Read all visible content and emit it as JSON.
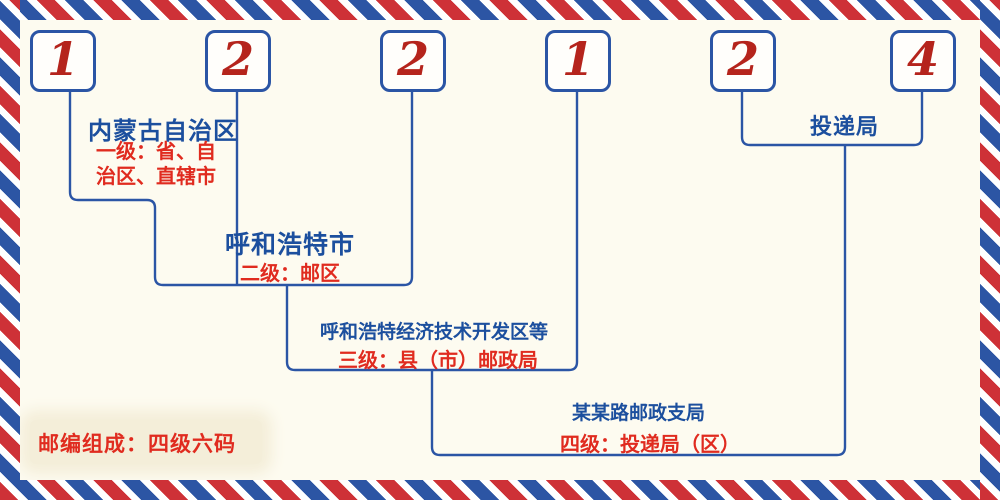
{
  "postal_code": {
    "digits": [
      "1",
      "2",
      "2",
      "1",
      "2",
      "4"
    ]
  },
  "levels": {
    "level1": {
      "place": "内蒙古自治区",
      "desc_line1": "一级：省、自",
      "desc_line2": "治区、直辖市"
    },
    "level2": {
      "place": "呼和浩特市",
      "desc": "二级：邮区"
    },
    "level3": {
      "place": "呼和浩特经济技术开发区等",
      "desc": "三级：县（市）邮政局"
    },
    "level4": {
      "place": "某某路邮政支局",
      "desc": "四级：投递局（区）"
    },
    "delivery_bureau": {
      "label": "投递局"
    }
  },
  "footer": {
    "note": "邮编组成：四级六码"
  },
  "colors": {
    "digit_red": "#b5241c",
    "text_red": "#e02b1f",
    "text_blue": "#1c4f9e",
    "line_blue": "#2b55a5",
    "stripe_red": "#ce3137",
    "stripe_blue": "#2c55a4",
    "paper": "#fdfbf0"
  }
}
